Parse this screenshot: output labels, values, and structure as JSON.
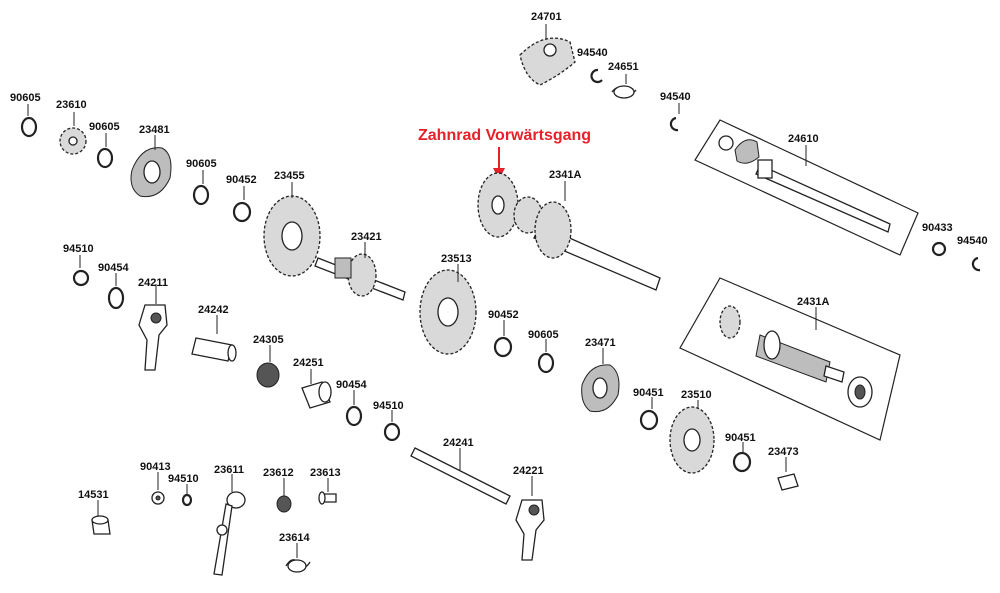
{
  "annotation": {
    "text": "Zahnrad Vorwärtsgang",
    "color": "#e8202a"
  },
  "labels": {
    "p24701": "24701",
    "p94540a": "94540",
    "p24651": "24651",
    "p94540b": "94540",
    "p24610": "24610",
    "p90433": "90433",
    "p94540c": "94540",
    "p90605a": "90605",
    "p23610": "23610",
    "p90605b": "90605",
    "p23481": "23481",
    "p90605c": "90605",
    "p90452a": "90452",
    "p23455": "23455",
    "p23421": "23421",
    "p2341A": "2341A",
    "p23513": "23513",
    "p94510a": "94510",
    "p90454a": "90454",
    "p24211": "24211",
    "p24242": "24242",
    "p24305": "24305",
    "p24251": "24251",
    "p90454b": "90454",
    "p94510b": "94510",
    "p90452b": "90452",
    "p90605d": "90605",
    "p23471": "23471",
    "p2431A": "2431A",
    "p90451a": "90451",
    "p23510": "23510",
    "p90451b": "90451",
    "p23473": "23473",
    "p24241": "24241",
    "p24221": "24221",
    "p90413": "90413",
    "p94510c": "94510",
    "p23611": "23611",
    "p23612": "23612",
    "p23613": "23613",
    "p14531": "14531",
    "p23614": "23614"
  }
}
